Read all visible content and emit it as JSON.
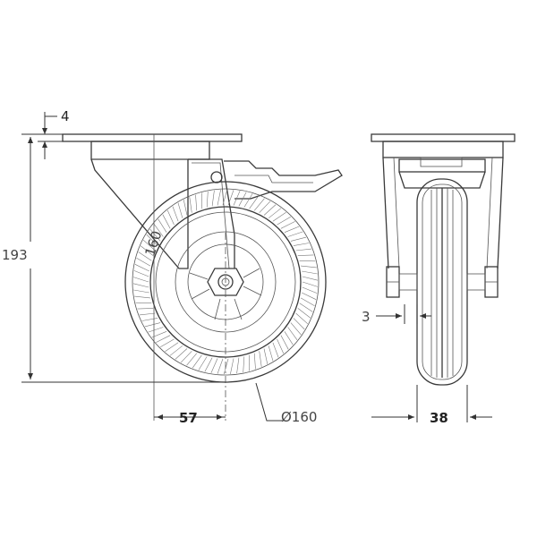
{
  "dimensions": {
    "plate_thickness": "4",
    "total_height": "193",
    "offset": "57",
    "wheel_diameter": "Ø160",
    "side_gap": "3",
    "wheel_width": "38"
  },
  "wheel_marking": "160"
}
